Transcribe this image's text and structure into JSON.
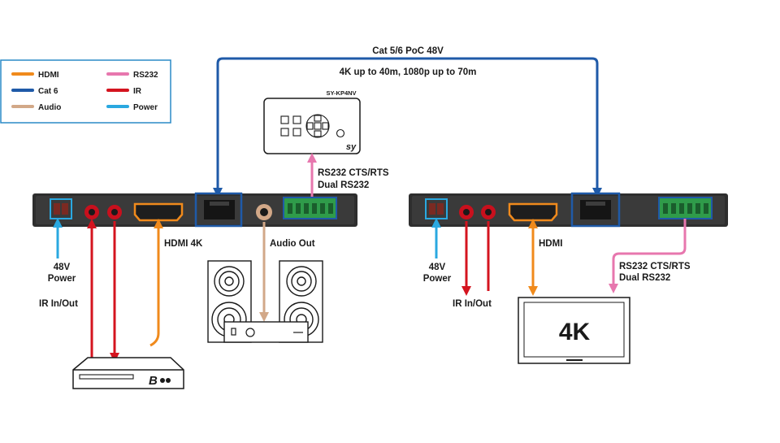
{
  "colors": {
    "hdmi": "#f08a1c",
    "cat6": "#1f5aa8",
    "audio": "#d2a888",
    "rs232": "#e777ae",
    "ir": "#d4141f",
    "power": "#2aa8e0"
  },
  "legend": [
    {
      "label": "HDMI",
      "color": "#f08a1c"
    },
    {
      "label": "Cat 6",
      "color": "#1f5aa8"
    },
    {
      "label": "Audio",
      "color": "#d2a888"
    },
    {
      "label": "RS232",
      "color": "#e777ae"
    },
    {
      "label": "IR",
      "color": "#d4141f"
    },
    {
      "label": "Power",
      "color": "#2aa8e0"
    }
  ],
  "link": {
    "cat_label": "Cat 5/6 PoC 48V",
    "range_label": "4K up to 40m, 1080p up to 70m"
  },
  "keypad": {
    "model": "SY-KP4NV",
    "brand": "sy"
  },
  "transmitter": {
    "rs232_label_1": "RS232 CTS/RTS",
    "rs232_label_2": "Dual RS232",
    "hdmi_label": "HDMI 4K",
    "audio_label": "Audio Out",
    "power_label_1": "48V",
    "power_label_2": "Power",
    "ir_label": "IR In/Out"
  },
  "receiver": {
    "hdmi_label": "HDMI",
    "rs232_label_1": "RS232 CTS/RTS",
    "rs232_label_2": "Dual RS232",
    "power_label_1": "48V",
    "power_label_2": "Power",
    "ir_label": "IR In/Out"
  },
  "display": {
    "label": "4K"
  }
}
